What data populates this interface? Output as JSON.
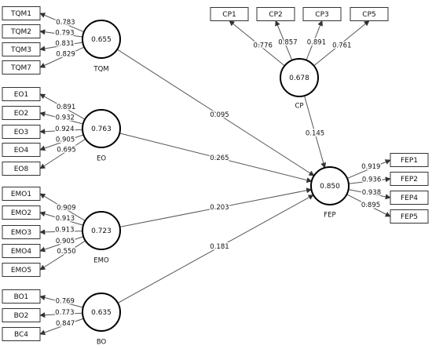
{
  "constructs": {
    "TQM": {
      "label": "TQM",
      "r2": "0.655"
    },
    "EO": {
      "label": "EO",
      "r2": "0.763"
    },
    "EMO": {
      "label": "EMO",
      "r2": "0.723"
    },
    "BO": {
      "label": "BO",
      "r2": "0.635"
    },
    "CP": {
      "label": "CP",
      "r2": "0.678"
    },
    "FEP": {
      "label": "FEP",
      "r2": "0.850"
    }
  },
  "indicators": {
    "TQM": [
      {
        "label": "TQM1",
        "loading": "0.783"
      },
      {
        "label": "TQM2",
        "loading": "0.793"
      },
      {
        "label": "TQM3",
        "loading": "0.831"
      },
      {
        "label": "TQM7",
        "loading": "0.829"
      }
    ],
    "EO": [
      {
        "label": "EO1",
        "loading": "0.891"
      },
      {
        "label": "EO2",
        "loading": "0.932"
      },
      {
        "label": "EO3",
        "loading": "0.924"
      },
      {
        "label": "EO4",
        "loading": "0.905"
      },
      {
        "label": "EO8",
        "loading": "0.695"
      }
    ],
    "EMO": [
      {
        "label": "EMO1",
        "loading": "0.909"
      },
      {
        "label": "EMO2",
        "loading": "0.913"
      },
      {
        "label": "EMO3",
        "loading": "0.913"
      },
      {
        "label": "EMO4",
        "loading": "0.905"
      },
      {
        "label": "EMO5",
        "loading": "0.550"
      }
    ],
    "BO": [
      {
        "label": "BO1",
        "loading": "0.769"
      },
      {
        "label": "BO2",
        "loading": "0.773"
      },
      {
        "label": "BC4",
        "loading": "0.847"
      }
    ],
    "CP": [
      {
        "label": "CP1",
        "loading": "0.776"
      },
      {
        "label": "CP2",
        "loading": "0.857"
      },
      {
        "label": "CP3",
        "loading": "0.891"
      },
      {
        "label": "CP5",
        "loading": "0.761"
      }
    ],
    "FEP": [
      {
        "label": "FEP1",
        "loading": "0.919"
      },
      {
        "label": "FEP2",
        "loading": "0.936"
      },
      {
        "label": "FEP4",
        "loading": "0.938"
      },
      {
        "label": "FEP5",
        "loading": "0.895"
      }
    ]
  },
  "paths": [
    {
      "from": "TQM",
      "to": "FEP",
      "coef": "0.095"
    },
    {
      "from": "EO",
      "to": "FEP",
      "coef": "0.265"
    },
    {
      "from": "EMO",
      "to": "FEP",
      "coef": "0.203"
    },
    {
      "from": "BO",
      "to": "FEP",
      "coef": "0.181"
    },
    {
      "from": "CP",
      "to": "FEP",
      "coef": "0.145"
    }
  ]
}
